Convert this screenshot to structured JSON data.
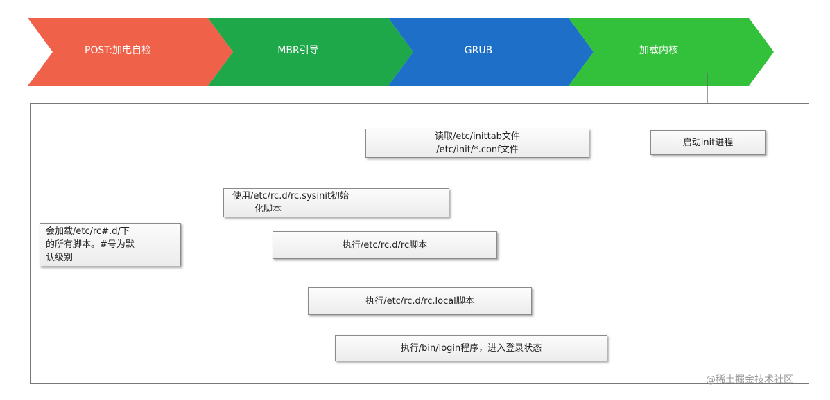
{
  "stages": [
    {
      "label": "POST:加电自检",
      "color": "#f0614a"
    },
    {
      "label": "MBR引导",
      "color": "#1fa84a"
    },
    {
      "label": "GRUB",
      "color": "#1d6fc8"
    },
    {
      "label": "加载内核",
      "color": "#33c03a"
    }
  ],
  "boxes": {
    "start_init": "启动init进程",
    "read_conf": {
      "line1": "读取/etc/inittab文件",
      "line2": "/etc/init/*.conf文件"
    },
    "sysinit": {
      "line1": "使用/etc/rc.d/rc.sysinit初始",
      "line2": "化脚本"
    },
    "rc_script": "执行/etc/rc.d/rc脚本",
    "rc_hash": {
      "line1": "会加载/etc/rc#.d/下",
      "line2": "的所有脚本。#号为默",
      "line3": "认级别"
    },
    "rc_local": "执行/etc/rc.d/rc.local脚本",
    "login": "执行/bin/login程序，进入登录状态"
  },
  "watermark": "@稀土掘金技术社区"
}
